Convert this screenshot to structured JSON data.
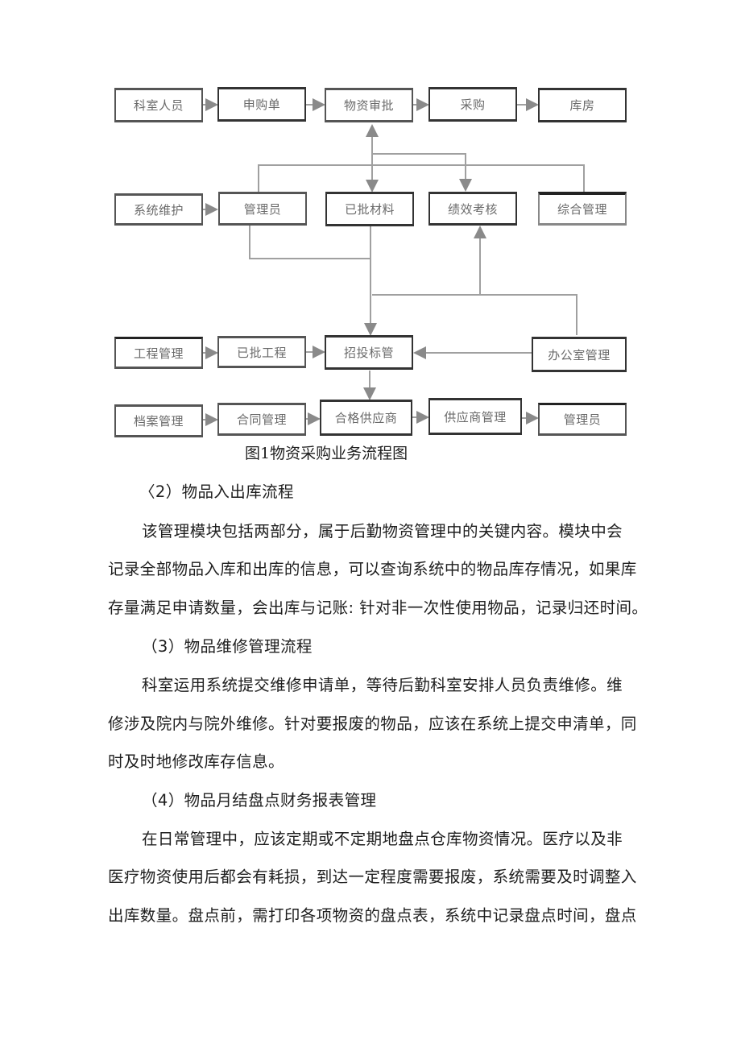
{
  "diagram": {
    "row1": [
      "科室人员",
      "申购单",
      "物资审批",
      "采购",
      "库房"
    ],
    "row2": [
      "系统维护",
      "管理员",
      "已批材料",
      "绩效考核",
      "综合管理"
    ],
    "row3": [
      "工程管理",
      "已批工程",
      "招投标管",
      "办公室管理"
    ],
    "row4": [
      "档案管理",
      "合同管理",
      "合格供应商",
      "供应商管理",
      "管理员"
    ],
    "caption": "图1物资采购业务流程图",
    "colors": {
      "box_border": "#555555",
      "connector": "#a0a0a0",
      "box_text": "#6a6a6a"
    }
  },
  "sections": [
    {
      "heading": "〈2）物品入出库流程",
      "lines": [
        "该管理模块包括两部分，属于后勤物资管理中的关键内容。模块中会",
        "记录全部物品入库和出库的信息，可以查询系统中的物品库存情况，如果库",
        "存量满足申请数量，会出库与记账: 针对非一次性使用物品，记录归还时间。"
      ]
    },
    {
      "heading": "（3）物品维修管理流程",
      "lines": [
        "科室运用系统提交维修申请单，等待后勤科室安排人员负责维修。维",
        "修涉及院内与院外维修。针对要报废的物品，应该在系统上提交申清单，同",
        "时及时地修改库存信息。"
      ]
    },
    {
      "heading": "（4）物品月结盘点财务报表管理",
      "lines": [
        "在日常管理中，应该定期或不定期地盘点仓库物资情况。医疗以及非",
        "医疗物资使用后都会有耗损，到达一定程度需要报废，系统需要及时调整入",
        "出库数量。盘点前，需打印各项物资的盘点表，系统中记录盘点时间，盘点"
      ]
    }
  ]
}
